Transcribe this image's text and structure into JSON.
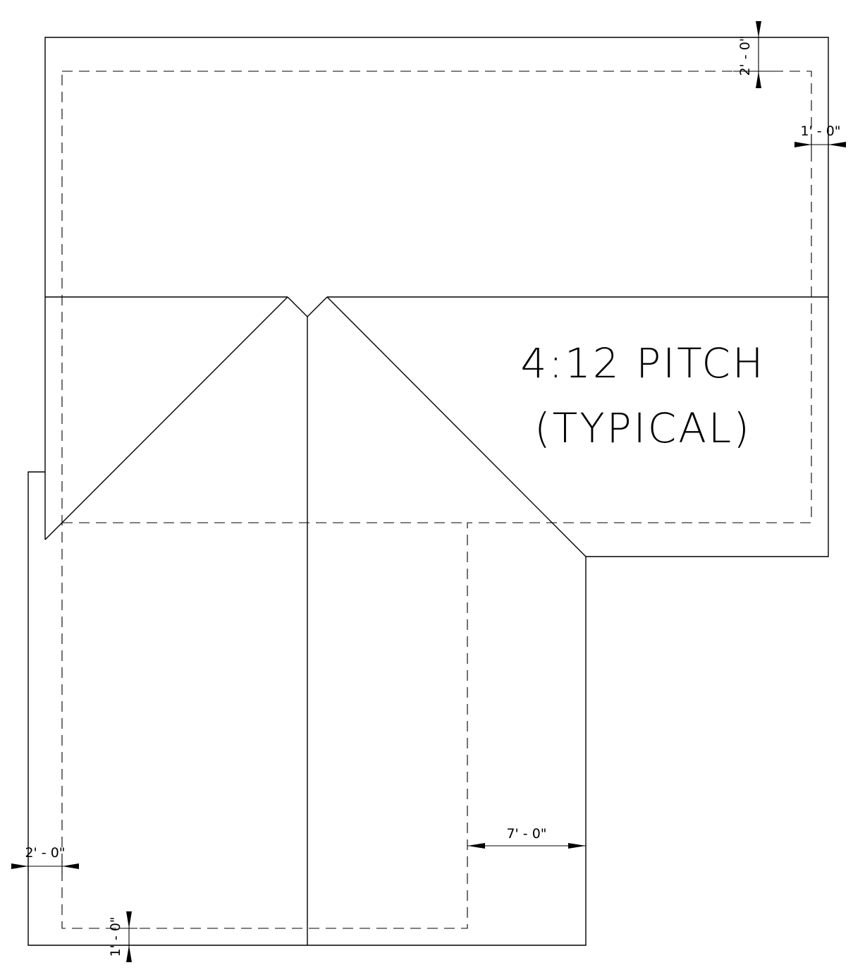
{
  "diagram": {
    "pitch_note": {
      "line1": "4:12 PITCH",
      "line2": "(TYPICAL)"
    },
    "dimensions": {
      "top_overhang": "2' - 0\"",
      "right_overhang": "1' - 0\"",
      "left_overhang": "2' - 0\"",
      "bottom_overhang": "1' - 0\"",
      "inner_offset": "7' - 0\""
    },
    "colors": {
      "line": "#000000",
      "background": "#ffffff"
    }
  }
}
